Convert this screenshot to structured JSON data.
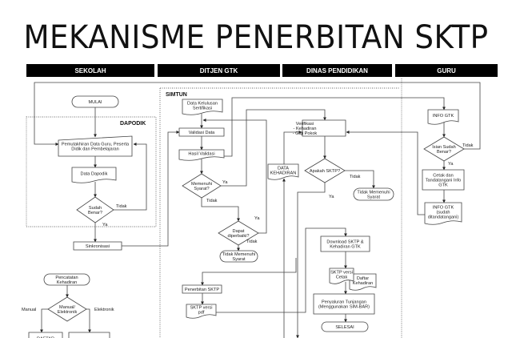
{
  "title": "MEKANISME PENERBITAN SKTP",
  "lanes": [
    "SEKOLAH",
    "DITJEN GTK",
    "DINAS PENDIDIKAN",
    "GURU"
  ],
  "groups": {
    "dapodik": "DAPODIK",
    "simtun": "SIMTUN"
  },
  "nodes": {
    "mulai": [
      "MULAI"
    ],
    "pemutakhiran": [
      "Pemutakhiran Data Guru, Peserta",
      "Didik dan Pembelajaran"
    ],
    "data_dapodik": [
      "Data Dapodik"
    ],
    "sudah_benar": [
      "Sudah",
      "Benar?"
    ],
    "sinkronisasi": [
      "Sinkronisasi"
    ],
    "pencatatan": [
      "Pencatatan",
      "Kehadiran"
    ],
    "manual_elektronik": [
      "Manual/",
      "Elektronik"
    ],
    "daftar": [
      "DAFTAR"
    ],
    "transaksi": [
      ""
    ],
    "data_kelulusan": [
      "Data Kelulusan",
      "Sertifikasi"
    ],
    "validasi": [
      "Validasi Data"
    ],
    "hasil_validasi": [
      "Hasil Validasi"
    ],
    "memenuhi": [
      "Memenuhi",
      "Syarat?"
    ],
    "dapat_diperbaiki": [
      "Dapat",
      "diperbaiki?"
    ],
    "tidak_memenuhi_1": [
      "Tidak Memenuhi",
      "Syarat"
    ],
    "penerbitan": [
      "Penerbitan SKTP"
    ],
    "sktp_pdf": [
      "SKTP versi",
      "pdf"
    ],
    "data_kehadiran": [
      "DATA",
      "KEHADIRAN"
    ],
    "verifikasi": [
      "Verifikasi",
      "- Kehadiran",
      "- Gaji Pokok"
    ],
    "apakah_sktp": [
      "Apakah SKTP?"
    ],
    "tidak_memenuhi_2": [
      "Tidak Memenuhi",
      "Syarat"
    ],
    "download": [
      "Download SKTP &",
      "Kehadiran GTK"
    ],
    "sktp_cetak": [
      "SKTP versi",
      "Cetak"
    ],
    "daftar_kehadiran": [
      "Daftar",
      "Kehadiran"
    ],
    "penyaluran": [
      "Penyaluran Tunjangan",
      "(Menggunakan SIM-BAR)"
    ],
    "selesai": [
      "SELESAI"
    ],
    "info_gtk": [
      "INFO GTK"
    ],
    "isian_benar": [
      "Isian Sudah",
      "Benar?"
    ],
    "cetak_info": [
      "Cetak dan",
      "Tandatangani Info",
      "GTK"
    ],
    "info_gtk_ttd": [
      "INFO GTK",
      "(sudah",
      "ditandatangani)"
    ]
  },
  "edge_labels": {
    "sudah_tidak": "Tidak",
    "sudah_ya": "Ya",
    "manual": "Manual",
    "elektronik": "Elektronik",
    "memenuhi_ya": "Ya",
    "memenuhi_tidak": "Tidak",
    "dapat_ya": "Ya",
    "dapat_tidak": "Tidak",
    "apakah_tidak": "Tidak",
    "apakah_ya": "Ya",
    "isian_tidak": "Tidak",
    "isian_ya": "Ya"
  }
}
